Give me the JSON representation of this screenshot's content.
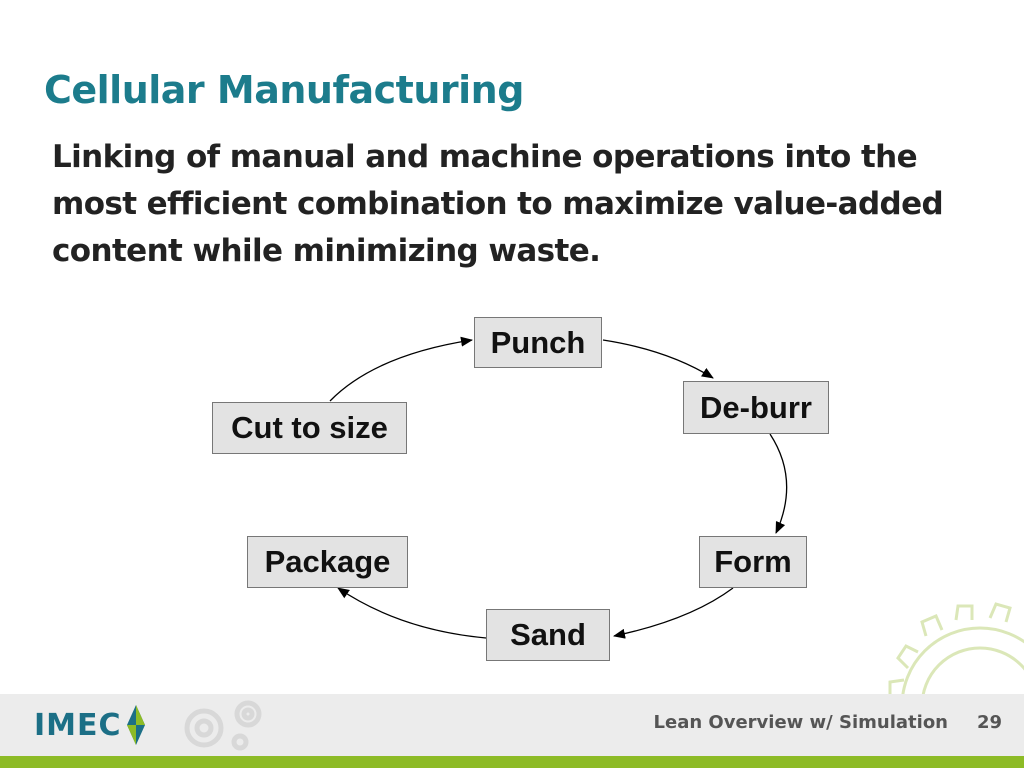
{
  "slide": {
    "title": "Cellular Manufacturing",
    "subtitle": "Linking of manual and machine operations into the most efficient combination to maximize value-added content while minimizing waste."
  },
  "diagram": {
    "nodes": [
      {
        "id": "punch",
        "label": "Punch"
      },
      {
        "id": "deburr",
        "label": "De-burr"
      },
      {
        "id": "form",
        "label": "Form"
      },
      {
        "id": "sand",
        "label": "Sand"
      },
      {
        "id": "package",
        "label": "Package"
      },
      {
        "id": "cut",
        "label": "Cut to size"
      }
    ],
    "edges": [
      {
        "from": "punch",
        "to": "deburr"
      },
      {
        "from": "deburr",
        "to": "form"
      },
      {
        "from": "form",
        "to": "sand"
      },
      {
        "from": "sand",
        "to": "package"
      },
      {
        "from": "cut",
        "to": "punch"
      }
    ]
  },
  "footer": {
    "logo_text": "IMEC",
    "caption": "Lean Overview w/ Simulation",
    "page_number": "29"
  },
  "colors": {
    "title": "#1c7c8c",
    "footer_stripe": "#8dbb26",
    "logo_blue": "#1c6f86",
    "node_fill": "#e3e3e3"
  }
}
